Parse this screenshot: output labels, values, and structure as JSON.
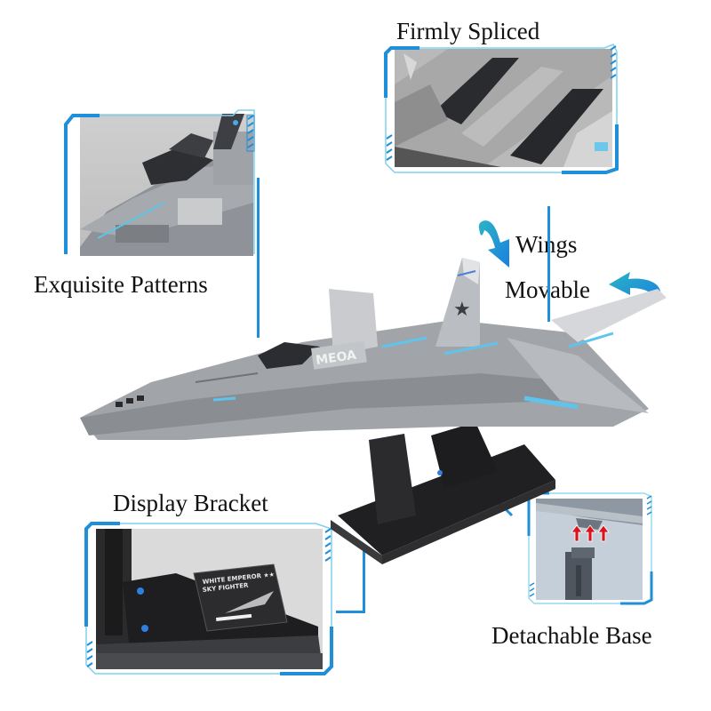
{
  "labels": {
    "firmly_spliced": "Firmly Spliced",
    "exquisite_patterns": "Exquisite Patterns",
    "wings": "Wings",
    "movable": "Movable",
    "display_bracket": "Display Bracket",
    "detachable_base": "Detachable Base"
  },
  "plaque": {
    "line1": "WHITE EMPEROR ★★",
    "line2": "SKY FIGHTER"
  },
  "jet_marking": "MEOA",
  "icons": {
    "wings_arrow_down": "curved-arrow-down-icon",
    "movable_arrow_left": "curved-arrow-left-icon",
    "base_arrows_up": "red-arrow-up-icon"
  },
  "colors": {
    "frame_blue": "#1e8fd8",
    "frame_light_blue": "#7fd0ee",
    "arrow_teal": "#2bb4c4",
    "arrow_blue": "#1b7fe0",
    "red_arrow": "#d9141b",
    "jet_gray": "#9a9ea3",
    "base_black": "#232323"
  }
}
